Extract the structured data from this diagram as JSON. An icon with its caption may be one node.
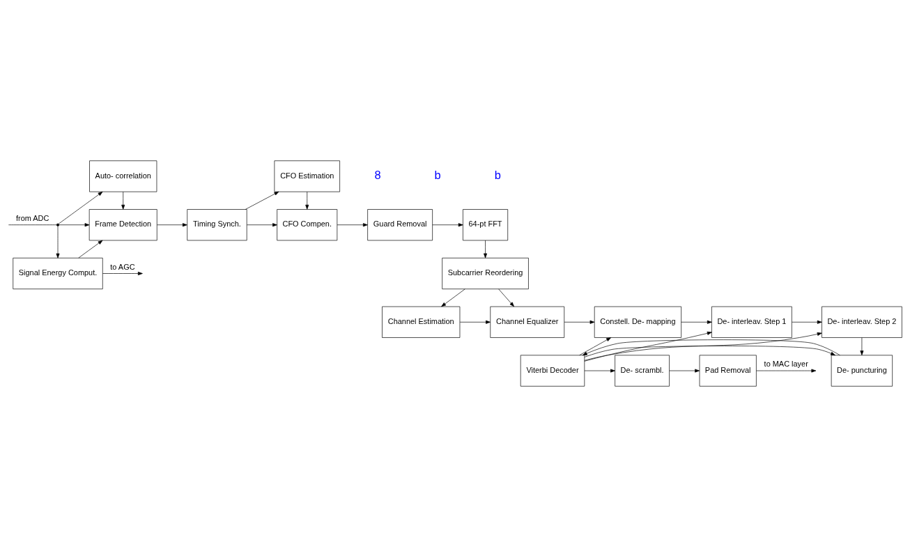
{
  "diagram": {
    "nodes": [
      {
        "text": [
          "Auto- correlation"
        ]
      },
      {
        "text": [
          "CFO Estimation"
        ]
      },
      {
        "text": [
          "Frame Detection"
        ]
      },
      {
        "text": [
          "Timing Synch."
        ]
      },
      {
        "text": [
          "CFO Compen."
        ]
      },
      {
        "text": [
          "Guard Removal"
        ]
      },
      {
        "text": [
          "64-pt FFT"
        ]
      },
      {
        "text": [
          "Signal Energy Comput."
        ]
      },
      {
        "text": [
          "Subcarrier Reordering"
        ]
      },
      {
        "text": [
          "De- interleav. Step 2"
        ]
      },
      {
        "text": [
          "De- interleav. Step 1"
        ]
      },
      {
        "text": [
          "Constell. De- mapping"
        ]
      },
      {
        "text": [
          "Channel Equalizer"
        ]
      },
      {
        "text": [
          "Channel Estimation"
        ]
      },
      {
        "text": [
          "De- puncturing"
        ]
      },
      {
        "text": [
          "Viterbi Decoder"
        ]
      },
      {
        "text": [
          "De- scrambl."
        ]
      },
      {
        "text": [
          "Pad Removal"
        ]
      },
      {
        "text": [],
        "shape": "circle"
      }
    ],
    "edges": [
      {
        "from": null,
        "to": 18,
        "arrow": "none",
        "label": "from ADC"
      },
      {
        "from": 18,
        "to": 0,
        "arrow": "to"
      },
      {
        "from": 18,
        "to": 2,
        "arrow": "to"
      },
      {
        "from": 18,
        "to": 7,
        "arrow": "to"
      },
      {
        "from": 0,
        "to": 2,
        "arrow": "to"
      },
      {
        "from": 7,
        "to": 2,
        "arrow": "to"
      },
      {
        "from": 7,
        "to": null,
        "arrow": "to",
        "label": "to AGC"
      },
      {
        "from": 2,
        "to": 3,
        "arrow": "to"
      },
      {
        "from": 3,
        "to": 1,
        "arrow": "to"
      },
      {
        "from": 3,
        "to": 4,
        "arrow": "to"
      },
      {
        "from": 1,
        "to": 4,
        "arrow": "to"
      },
      {
        "from": 4,
        "to": 5,
        "arrow": "to"
      },
      {
        "from": 5,
        "to": 6,
        "arrow": "to"
      },
      {
        "from": 6,
        "to": 8,
        "arrow": "to"
      },
      {
        "from": 8,
        "to": 12,
        "arrow": "to"
      },
      {
        "from": 8,
        "to": 13,
        "arrow": "to"
      },
      {
        "from": 13,
        "to": 12,
        "arrow": "to"
      },
      {
        "from": 12,
        "to": 11,
        "arrow": "to"
      },
      {
        "from": 11,
        "to": 10,
        "arrow": "to"
      },
      {
        "from": 10,
        "to": 9,
        "arrow": "to"
      },
      {
        "from": 9,
        "to": 14,
        "arrow": "to"
      },
      {
        "from": 15,
        "to": 14,
        "arrow": "to"
      },
      {
        "from": 14,
        "to": 15,
        "arrow": "to"
      },
      {
        "from": 15,
        "to": 9,
        "arrow": "to"
      },
      {
        "from": 15,
        "to": 10,
        "arrow": "to"
      },
      {
        "from": 15,
        "to": 11,
        "arrow": "to"
      },
      {
        "from": 15,
        "to": 16,
        "arrow": "to"
      },
      {
        "from": 16,
        "to": 17,
        "arrow": "to"
      },
      {
        "from": 17,
        "to": null,
        "arrow": "to",
        "label": "to MAC layer"
      }
    ],
    "labels": [
      "8",
      "b",
      "b"
    ]
  }
}
